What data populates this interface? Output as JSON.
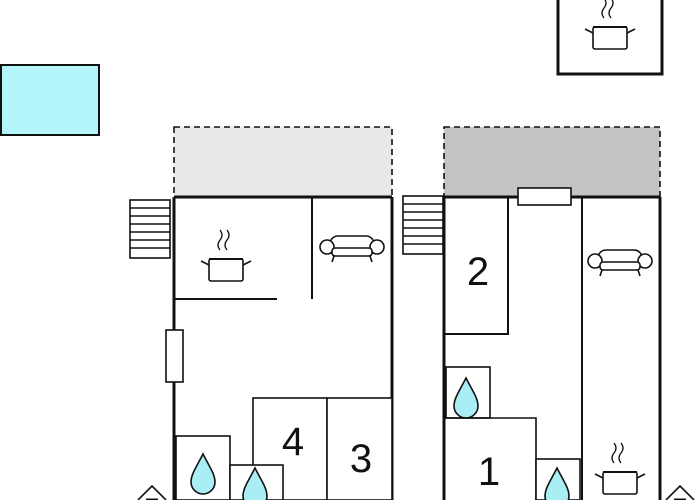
{
  "colors": {
    "pool": "#b3f5f8",
    "terrace_light": "#e8e8e8",
    "terrace_dark": "#c3c3c3",
    "water_drop": "#a9eef4",
    "wall": "#111111",
    "background": "#ffffff"
  },
  "legend": {
    "icon": "kitchen-pot-icon"
  },
  "units": [
    {
      "id": "left",
      "rooms": [
        {
          "label": "4",
          "type": "bedroom"
        },
        {
          "label": "3",
          "type": "bedroom"
        }
      ],
      "icons": [
        "kitchen-pot-icon",
        "sofa-icon",
        "shower-drop-icon",
        "shower-drop-icon",
        "stairs-icon",
        "window-icon",
        "entrance-icon"
      ]
    },
    {
      "id": "right",
      "rooms": [
        {
          "label": "2",
          "type": "bedroom"
        },
        {
          "label": "1",
          "type": "bedroom"
        }
      ],
      "icons": [
        "sofa-icon",
        "kitchen-pot-icon",
        "shower-drop-icon",
        "shower-drop-icon",
        "stairs-icon",
        "window-icon",
        "entrance-icon"
      ]
    }
  ]
}
